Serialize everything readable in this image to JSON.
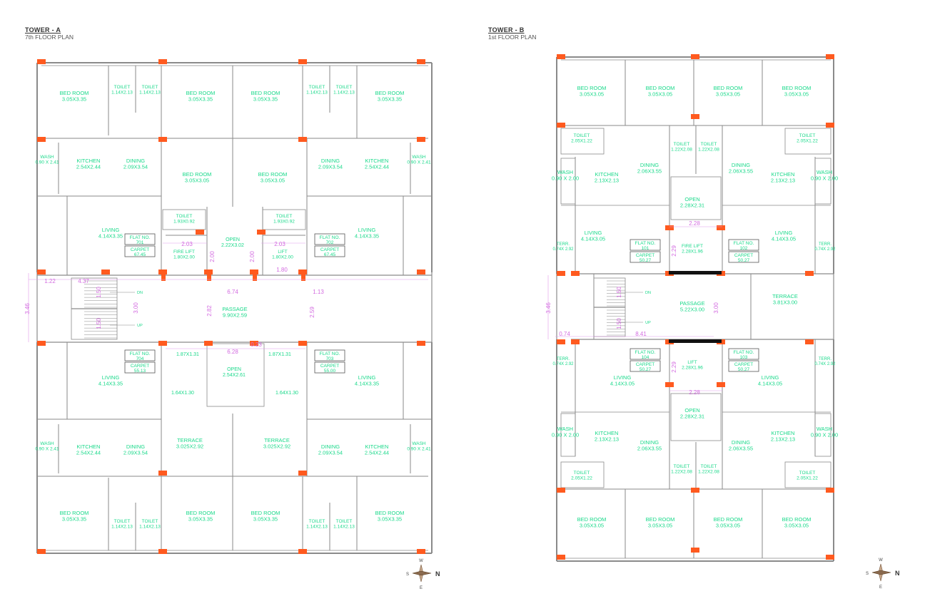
{
  "tower_a": {
    "title": "TOWER - A",
    "subtitle": "7th FLOOR PLAN",
    "rooms": [
      {
        "id": "a-bed-1",
        "name": "BED ROOM",
        "size": "3.05X3.35"
      },
      {
        "id": "a-toilet-1",
        "name": "TOILET",
        "size": "1.14X2.13"
      },
      {
        "id": "a-toilet-2",
        "name": "TOILET",
        "size": "1.14X2.13"
      },
      {
        "id": "a-bed-2",
        "name": "BED ROOM",
        "size": "3.05X3.35"
      },
      {
        "id": "a-bed-3",
        "name": "BED ROOM",
        "size": "3.05X3.35"
      },
      {
        "id": "a-toilet-3",
        "name": "TOILET",
        "size": "1.14X2.13"
      },
      {
        "id": "a-toilet-4",
        "name": "TOILET",
        "size": "1.14X2.13"
      },
      {
        "id": "a-bed-4",
        "name": "BED ROOM",
        "size": "3.05X3.35"
      },
      {
        "id": "a-wash-1",
        "name": "WASH",
        "size": "0.90 X 2.41"
      },
      {
        "id": "a-kitchen-1",
        "name": "KITCHEN",
        "size": "2.54X2.44"
      },
      {
        "id": "a-dining-1",
        "name": "DINING",
        "size": "2.09X3.54"
      },
      {
        "id": "a-bed-5",
        "name": "BED ROOM",
        "size": "3.05X3.05"
      },
      {
        "id": "a-bed-6",
        "name": "BED ROOM",
        "size": "3.05X3.05"
      },
      {
        "id": "a-dining-2",
        "name": "DINING",
        "size": "2.09X3.54"
      },
      {
        "id": "a-kitchen-2",
        "name": "KITCHEN",
        "size": "2.54X2.44"
      },
      {
        "id": "a-wash-2",
        "name": "WASH",
        "size": "0.90 X 2.41"
      },
      {
        "id": "a-toilet-5",
        "name": "TOILET",
        "size": "1.93X0.92"
      },
      {
        "id": "a-toilet-6",
        "name": "TOILET",
        "size": "1.93X0.92"
      },
      {
        "id": "a-living-1",
        "name": "LIVING",
        "size": "4.14X3.35"
      },
      {
        "id": "a-firelift",
        "name": "FIRE LIFT",
        "size": "1.80X2.00"
      },
      {
        "id": "a-open-1",
        "name": "OPEN",
        "size": "2.22X3.02"
      },
      {
        "id": "a-lift",
        "name": "LIFT",
        "size": "1.80X2.00"
      },
      {
        "id": "a-living-2",
        "name": "LIVING",
        "size": "4.14X3.35"
      },
      {
        "id": "a-passage",
        "name": "PASSAGE",
        "size": "9.90X2.59"
      },
      {
        "id": "a-living-3",
        "name": "LIVING",
        "size": "4.14X3.35"
      },
      {
        "id": "a-open-2",
        "name": "OPEN",
        "size": "2.54X2.61"
      },
      {
        "id": "a-living-4",
        "name": "LIVING",
        "size": "4.14X3.35"
      },
      {
        "id": "a-kitchen-3",
        "name": "KITCHEN",
        "size": "2.54X2.44"
      },
      {
        "id": "a-dining-3",
        "name": "DINING",
        "size": "2.09X3.54"
      },
      {
        "id": "a-terrace-1",
        "name": "TERRACE",
        "size": "3.025X2.92"
      },
      {
        "id": "a-terrace-2",
        "name": "TERRACE",
        "size": "3.025X2.92"
      },
      {
        "id": "a-dining-4",
        "name": "DINING",
        "size": "2.09X3.54"
      },
      {
        "id": "a-kitchen-4",
        "name": "KITCHEN",
        "size": "2.54X2.44"
      },
      {
        "id": "a-wash-3",
        "name": "WASH",
        "size": "0.90 X 2.41"
      },
      {
        "id": "a-wash-4",
        "name": "WASH",
        "size": "0.90 X 2.41"
      },
      {
        "id": "a-bed-7",
        "name": "BED ROOM",
        "size": "3.05X3.35"
      },
      {
        "id": "a-toilet-7",
        "name": "TOILET",
        "size": "1.14X2.13"
      },
      {
        "id": "a-toilet-8",
        "name": "TOILET",
        "size": "1.14X2.13"
      },
      {
        "id": "a-bed-8",
        "name": "BED ROOM",
        "size": "3.05X3.35"
      },
      {
        "id": "a-bed-9",
        "name": "BED ROOM",
        "size": "3.05X3.35"
      },
      {
        "id": "a-toilet-9",
        "name": "TOILET",
        "size": "1.14X2.13"
      },
      {
        "id": "a-toilet-10",
        "name": "TOILET",
        "size": "1.14X2.13"
      },
      {
        "id": "a-bed-10",
        "name": "BED ROOM",
        "size": "3.05X3.35"
      }
    ],
    "small_sizes": [
      "1.87X1.31",
      "1.87X1.31",
      "1.64X1.30",
      "1.64X1.30"
    ],
    "flats": [
      {
        "no": "FLAT NO.",
        "num": "701",
        "carpet": "CARPET",
        "area": "67.45"
      },
      {
        "no": "FLAT NO.",
        "num": "702",
        "carpet": "CARPET",
        "area": "67.45"
      },
      {
        "no": "FLAT NO.",
        "num": "704",
        "carpet": "CARPET",
        "area": "55.13"
      },
      {
        "no": "FLAT NO.",
        "num": "703",
        "carpet": "CARPET",
        "area": "55.00"
      }
    ],
    "dims": [
      "1.22",
      "4.37",
      "1.50",
      "3.00",
      "1.50",
      "6.74",
      "1.13",
      "3.46",
      "2.82",
      "2.59",
      "2.03",
      "2.03",
      "2.00",
      "2.00",
      "1.80",
      "6.28",
      "0.23"
    ],
    "stair": {
      "dn": "DN",
      "up": "UP"
    }
  },
  "tower_b": {
    "title": "TOWER - B",
    "subtitle": "1st FLOOR PLAN",
    "rooms": [
      {
        "id": "b-bed-1",
        "name": "BED ROOM",
        "size": "3.05X3.05"
      },
      {
        "id": "b-bed-2",
        "name": "BED ROOM",
        "size": "3.05X3.05"
      },
      {
        "id": "b-bed-3",
        "name": "BED ROOM",
        "size": "3.05X3.05"
      },
      {
        "id": "b-bed-4",
        "name": "BED ROOM",
        "size": "3.05X3.05"
      },
      {
        "id": "b-toilet-1",
        "name": "TOILET",
        "size": "2.05X1.22"
      },
      {
        "id": "b-toilet-2",
        "name": "TOILET",
        "size": "1.22X2.08"
      },
      {
        "id": "b-toilet-3",
        "name": "TOILET",
        "size": "1.22X2.08"
      },
      {
        "id": "b-toilet-4",
        "name": "TOILET",
        "size": "2.05X1.22"
      },
      {
        "id": "b-wash-1",
        "name": "WASH",
        "size": "0.90 X 2.00"
      },
      {
        "id": "b-kitchen-1",
        "name": "KITCHEN",
        "size": "2.13X2.13"
      },
      {
        "id": "b-dining-1",
        "name": "DINING",
        "size": "2.06X3.55"
      },
      {
        "id": "b-open-1",
        "name": "OPEN",
        "size": "2.28X2.31"
      },
      {
        "id": "b-dining-2",
        "name": "DINING",
        "size": "2.06X3.55"
      },
      {
        "id": "b-kitchen-2",
        "name": "KITCHEN",
        "size": "2.13X2.13"
      },
      {
        "id": "b-wash-2",
        "name": "WASH",
        "size": "0.90 X 2.00"
      },
      {
        "id": "b-living-1",
        "name": "LIVING",
        "size": "4.14X3.05"
      },
      {
        "id": "b-terr-1",
        "name": "TERR.",
        "size": "0.74X 2.92"
      },
      {
        "id": "b-firelift",
        "name": "FIRE LIFT",
        "size": "2.28X1.96"
      },
      {
        "id": "b-living-2",
        "name": "LIVING",
        "size": "4.14X3.05"
      },
      {
        "id": "b-terr-2",
        "name": "TERR.",
        "size": "0.74X 2.92"
      },
      {
        "id": "b-passage",
        "name": "PASSAGE",
        "size": "5.22X3.00"
      },
      {
        "id": "b-terrace",
        "name": "TERRACE",
        "size": "3.81X3.00"
      },
      {
        "id": "b-terr-3",
        "name": "TERR.",
        "size": "0.74X 2.92"
      },
      {
        "id": "b-living-3",
        "name": "LIVING",
        "size": "4.14X3.05"
      },
      {
        "id": "b-lift",
        "name": "LIFT",
        "size": "2.28X1.96"
      },
      {
        "id": "b-living-4",
        "name": "LIVING",
        "size": "4.14X3.05"
      },
      {
        "id": "b-terr-4",
        "name": "TERR.",
        "size": "0.74X 2.92"
      },
      {
        "id": "b-open-2",
        "name": "OPEN",
        "size": "2.28X2.31"
      },
      {
        "id": "b-wash-3",
        "name": "WASH",
        "size": "0.90 X 2.00"
      },
      {
        "id": "b-kitchen-3",
        "name": "KITCHEN",
        "size": "2.13X2.13"
      },
      {
        "id": "b-dining-3",
        "name": "DINING",
        "size": "2.06X3.55"
      },
      {
        "id": "b-dining-4",
        "name": "DINING",
        "size": "2.06X3.55"
      },
      {
        "id": "b-kitchen-4",
        "name": "KITCHEN",
        "size": "2.13X2.13"
      },
      {
        "id": "b-wash-4",
        "name": "WASH",
        "size": "0.90 X 2.00"
      },
      {
        "id": "b-toilet-5",
        "name": "TOILET",
        "size": "2.05X1.22"
      },
      {
        "id": "b-toilet-6",
        "name": "TOILET",
        "size": "1.22X2.08"
      },
      {
        "id": "b-toilet-7",
        "name": "TOILET",
        "size": "1.22X2.08"
      },
      {
        "id": "b-toilet-8",
        "name": "TOILET",
        "size": "2.05X1.22"
      },
      {
        "id": "b-bed-5",
        "name": "BED ROOM",
        "size": "3.05X3.05"
      },
      {
        "id": "b-bed-6",
        "name": "BED ROOM",
        "size": "3.05X3.05"
      },
      {
        "id": "b-bed-7",
        "name": "BED ROOM",
        "size": "3.05X3.05"
      },
      {
        "id": "b-bed-8",
        "name": "BED ROOM",
        "size": "3.05X3.05"
      }
    ],
    "flats": [
      {
        "no": "FLAT NO.",
        "num": "101",
        "carpet": "CARPET",
        "area": "50.27"
      },
      {
        "no": "FLAT NO.",
        "num": "102",
        "carpet": "CARPET",
        "area": "50.27"
      },
      {
        "no": "FLAT NO.",
        "num": "104",
        "carpet": "CARPET",
        "area": "50.27"
      },
      {
        "no": "FLAT NO.",
        "num": "103",
        "carpet": "CARPET",
        "area": "50.27"
      }
    ],
    "dims": [
      "2.28",
      "2.29",
      "1.50",
      "3.00",
      "1.50",
      "3.46",
      "0.74",
      "8.41",
      "2.29",
      "2.28"
    ],
    "stair": {
      "dn": "DN",
      "up": "UP"
    }
  },
  "compass": {
    "n": "N",
    "s": "S",
    "e": "E",
    "w": "W"
  },
  "colors": {
    "room_text": "#19d98a",
    "dim_text": "#d36be0",
    "column": "#ff5a1f",
    "wall": "#8a8a8a"
  }
}
